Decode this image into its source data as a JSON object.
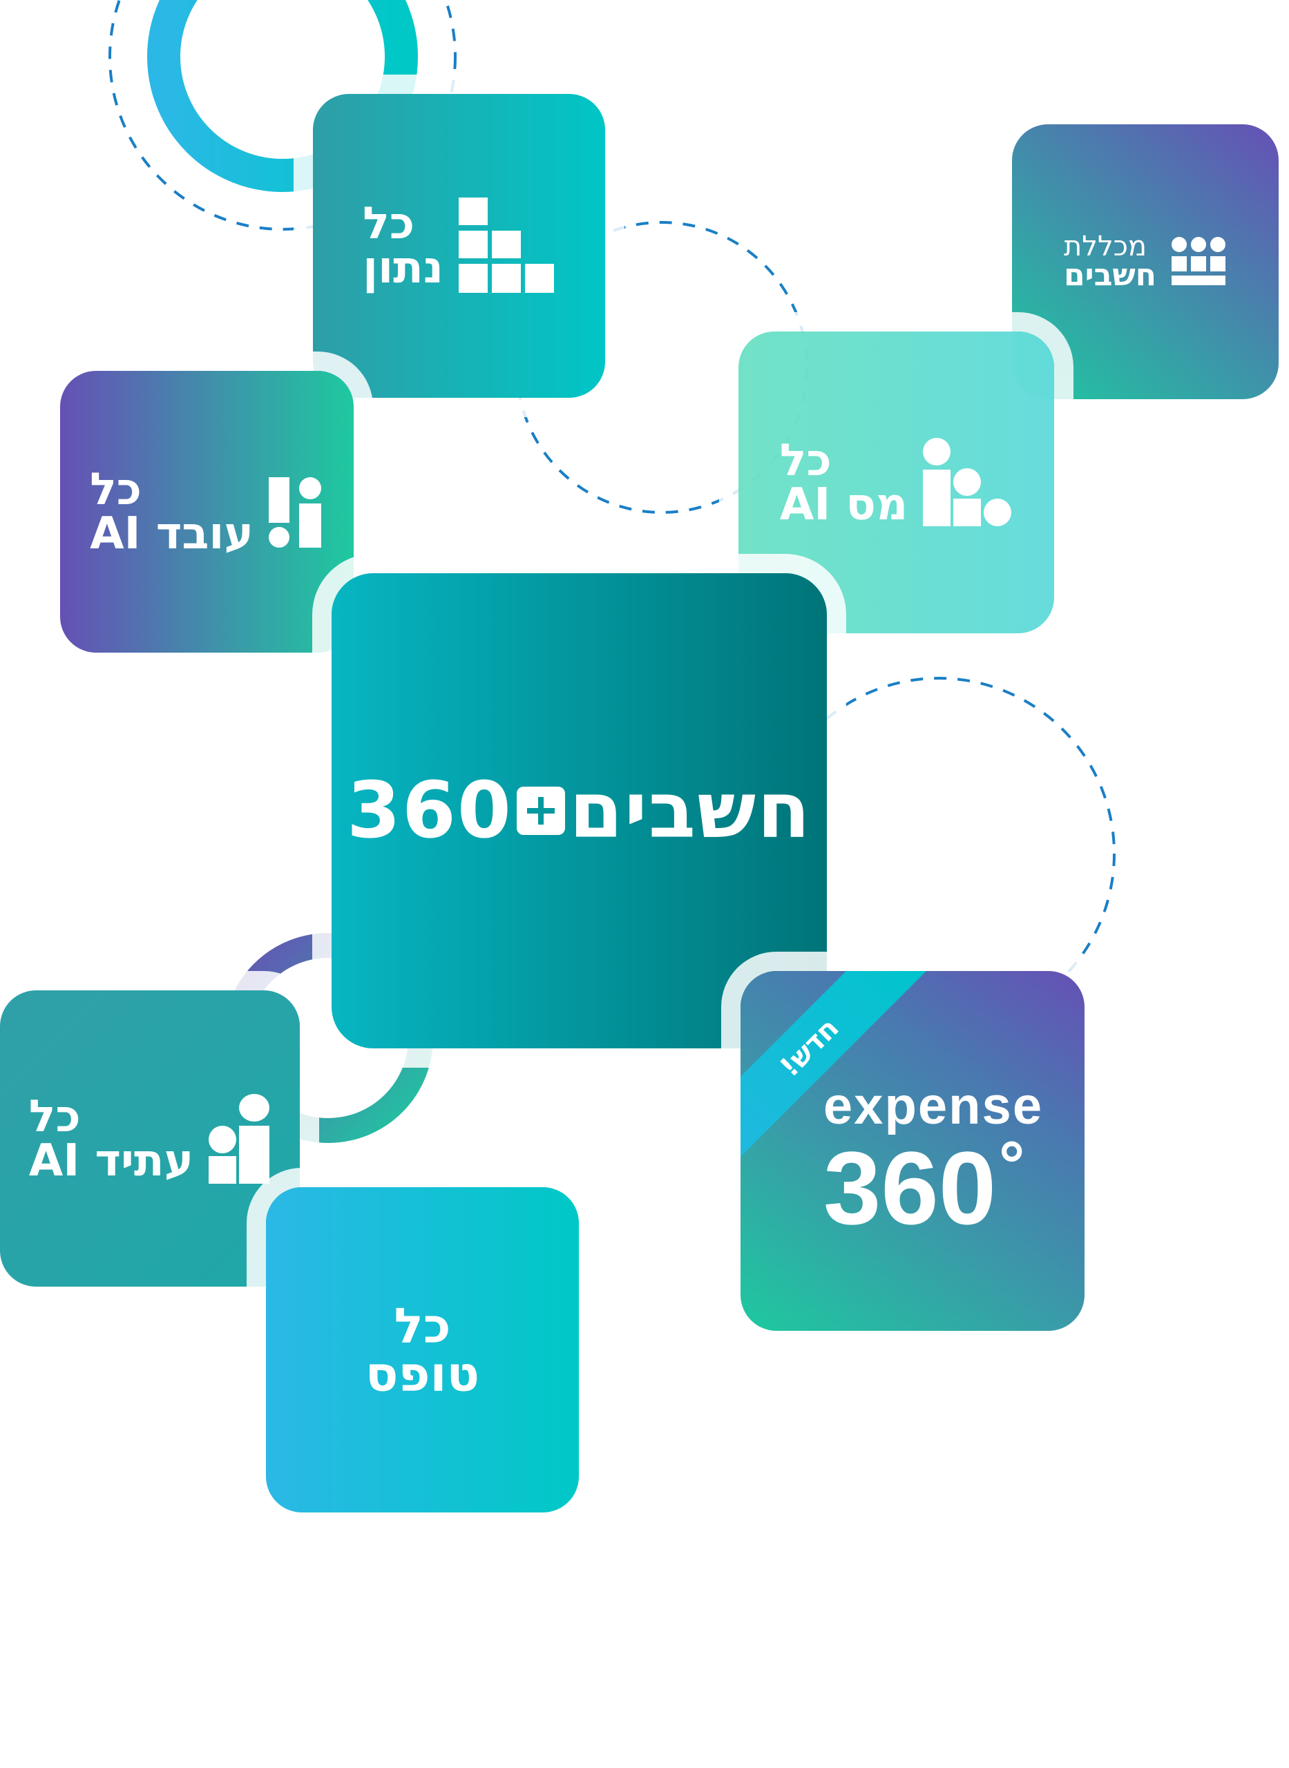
{
  "colors": {
    "teal": "#00c4c6",
    "purple": "#6650b5",
    "green": "#1ec9a0",
    "dash": "#1a7fc6",
    "mint": "#6ee0c8",
    "darkteal": "#007478"
  },
  "tiles": {
    "kol_natun": {
      "line1": "כל",
      "line2": "נתון",
      "icon": "bar-blocks-icon"
    },
    "michlelet": {
      "line1": "מכללת",
      "line2": "חשבים",
      "icon": "people-dots-icon"
    },
    "kol_oved": {
      "line1": "כל",
      "line2": "עובד",
      "ai": "AI",
      "icon": "exclamation-person-icon"
    },
    "kol_mas": {
      "line1": "כל",
      "line2": "מס",
      "ai": "AI",
      "icon": "people-group-icon"
    },
    "heshbim360": {
      "brand": "חשבים",
      "num": "360"
    },
    "kol_atid": {
      "line1": "כל",
      "line2": "עתיד",
      "ai": "AI",
      "icon": "person-growth-icon"
    },
    "kol_tofes": {
      "line1": "כל",
      "line2": "טופס"
    },
    "expense360": {
      "badge": "חדש!",
      "word": "expense",
      "num": "360",
      "deg": "°"
    }
  }
}
